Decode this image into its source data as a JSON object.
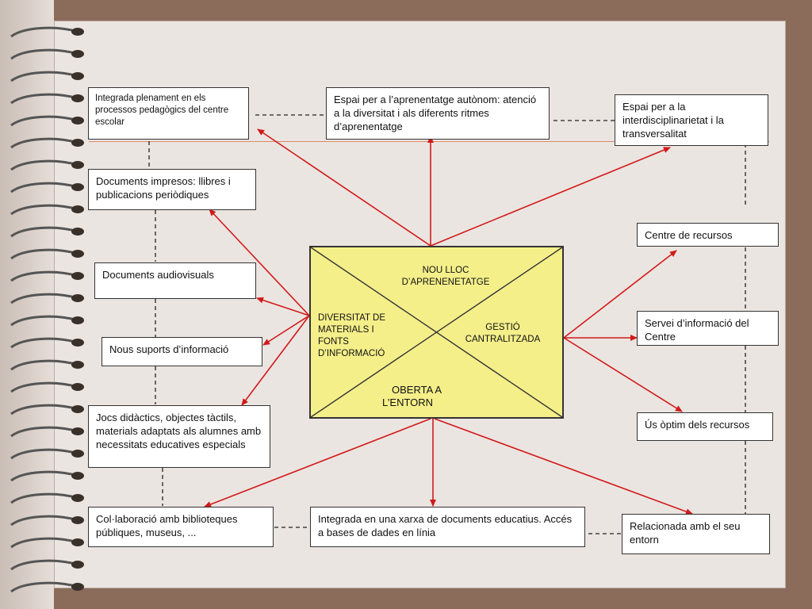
{
  "center": {
    "top_line1": "NOU LLOC",
    "top_line2": "D’APRENENETATGE",
    "left_line1": "DIVERSITAT DE",
    "left_line2": "MATERIALS I",
    "left_line3": "FONTS",
    "left_line4": "D’INFORMACIÓ",
    "right_line1": "GESTIÓ",
    "right_line2": "CANTRALITZADA",
    "bottom_line1": "OBERTA A",
    "bottom_line2": "L’ENTORN"
  },
  "boxes": {
    "integrada_processos": "Integrada plenament en els processos pedagògics del centre escolar",
    "espai_autonom": "Espai per a l’aprenentatge autònom: atenció a la diversitat i als diferents ritmes d’aprenentatge",
    "espai_interdisc": "Espai per a la interdisciplinarietat i la transversalitat",
    "documents_impresos": "Documents impresos: llibres i publicacions periòdiques",
    "documents_audiovisuals": "Documents audiovisuals",
    "nous_suports": "Nous suports d’informació",
    "jocs_didactics": "Jocs didàctics, objectes tàctils, materials adaptats als alumnes amb necessitats educatives especials",
    "centre_recursos": "Centre de recursos",
    "servei_informacio": "Servei d’informació del Centre",
    "us_optim": "Ús òptim dels recursos",
    "collaboracio": "Col·laboració amb biblioteques públiques, museus, ...",
    "integrada_xarxa": "Integrada en una xarxa de documents educatius. Accés a bases de dades en línia",
    "relacionada_entorn": "Relacionada amb el seu entorn"
  },
  "colors": {
    "arrow": "#d11a1a",
    "center_fill": "#f5ef8a",
    "paper": "#ebe5e1",
    "background": "#8b6b5a"
  }
}
